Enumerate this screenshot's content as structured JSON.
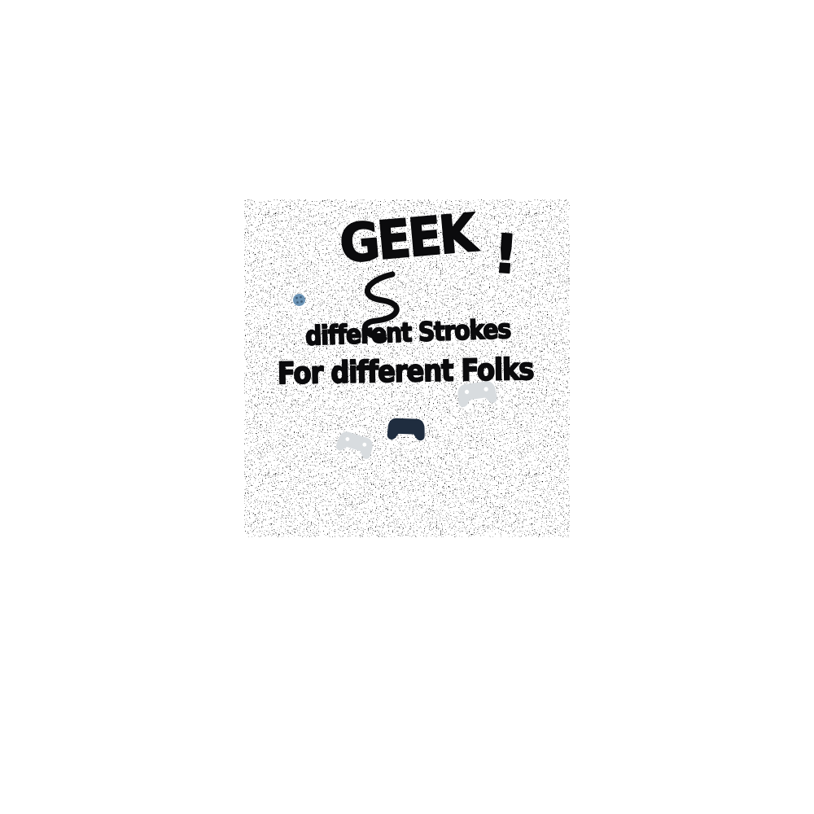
{
  "artwork": {
    "title": "GEEK",
    "exclamation": "!",
    "subtitle_line1": "different Strokes",
    "subtitle_line2": "For different Folks"
  },
  "colors": {
    "background": "#ffffff",
    "text": "#0b0b0d",
    "noise_speckle": "#000000",
    "ball_blue": "#6b93b5",
    "ball_dot_dark": "#3a5a78",
    "controller_dark": "#1f2d3f",
    "controller_light": "#d8dcdf",
    "controller_detail": "#ffffff"
  },
  "icons": {
    "ball": "blue-dotted-ball-icon",
    "scribble": "marker-scribble",
    "controller_light_top": "gamepad-icon",
    "controller_dark_middle": "gamepad-icon",
    "controller_light_bottom": "gamepad-icon"
  }
}
